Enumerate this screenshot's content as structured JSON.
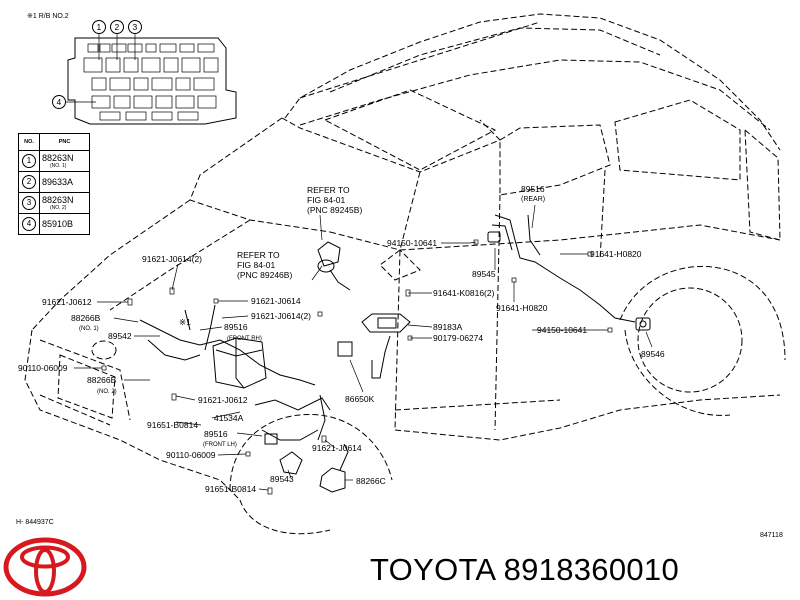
{
  "relay_block": {
    "note": "※1 R/B NO.2",
    "markers": [
      "1",
      "2",
      "3",
      "4"
    ]
  },
  "table": {
    "headers": {
      "no": "NO.",
      "pnc": "PNC"
    },
    "rows": [
      {
        "no": "1",
        "pnc": "88263N",
        "sub": "(NO. 1)"
      },
      {
        "no": "2",
        "pnc": "89633A",
        "sub": ""
      },
      {
        "no": "3",
        "pnc": "88263N",
        "sub": "(NO. 2)"
      },
      {
        "no": "4",
        "pnc": "85910B",
        "sub": ""
      }
    ]
  },
  "callouts": {
    "refer1": [
      "REFER TO",
      "FIG   84-01",
      "(PNC 89245B)"
    ],
    "refer2": [
      "REFER TO",
      "FIG   84-01",
      "(PNC 89246B)"
    ],
    "p89516_rear": "89516",
    "p89516_rear_sub": "(REAR)",
    "p94150_top": "94150-10641",
    "p89545": "89545",
    "p91641_h0820_top": "91641-H0820",
    "p91641_k0816": "91641-K0816(2)",
    "p91641_h0820_mid": "91641-H0820",
    "p94150_mid": "94150-10641",
    "p89546": "89546",
    "p89183a": "89183A",
    "p90179": "90179-06274",
    "p86650k": "86650K",
    "p91621_j0614_2_top": "91621-J0614(2)",
    "p91621_j0612_left": "91621-J0612",
    "p88266b_1": "88266B",
    "p88266b_1_sub": "(NO. 1)",
    "p89542": "89542",
    "p91621_j0614": "91621-J0614",
    "p91621_j0614_2_mid": "91621-J0614(2)",
    "p89516_fr": "89516",
    "p89516_fr_sub": "(FRONT RH)",
    "p90110_left": "90110-06009",
    "p88266b_2": "88266B",
    "p88266b_2_sub": "(NO. 2)",
    "p91621_j0612_mid": "91621-J0612",
    "p41534a": "41534A",
    "p91651_b0814_a": "91651-B0814",
    "p89516_fl": "89516",
    "p89516_fl_sub": "(FRONT LH)",
    "p90110_mid": "90110-06009",
    "p91621_j0614_bot": "91621-J0614",
    "p89543": "89543",
    "p88266c": "88266C",
    "p91651_b0814_b": "91651-B0814",
    "star1": "※1"
  },
  "footer": {
    "diagram_ref": "H- 844937C",
    "figure_number": "847118",
    "brand_text": "TOYOTA 8918360010"
  },
  "colors": {
    "logo": "#d7191f",
    "ink": "#000000"
  }
}
